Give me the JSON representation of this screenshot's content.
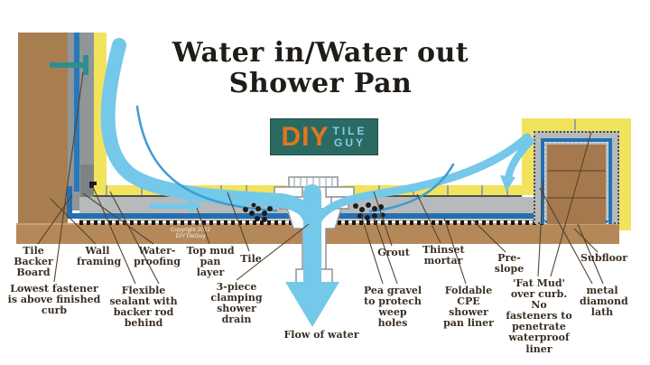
{
  "title": {
    "line1": "Water in/Water out",
    "line2": "Shower Pan"
  },
  "logo": {
    "diy": "DIY",
    "tile": "TILE",
    "guy": "GUY"
  },
  "watermark": {
    "line1": "Copyright 2022",
    "line2": "DIYTileGuy"
  },
  "labels": {
    "tile_backer_board": "Tile Backer Board",
    "wall_framing": "Wall framing",
    "waterproofing": "Water-proofing",
    "top_mud_pan_layer": "Top mud pan layer",
    "tile": "Tile",
    "grout": "Grout",
    "thinset_mortar": "Thinset mortar",
    "pre_slope": "Pre-slope",
    "subfloor": "Subfloor",
    "lowest_fastener": "Lowest fastener is above finished curb",
    "flexible_sealant": "Flexible sealant with backer rod behind",
    "three_piece_drain": "3-piece clamping shower drain",
    "flow_of_water": "Flow of water",
    "pea_gravel": "Pea gravel to protech weep holes",
    "foldable_cpe": "Foldable CPE shower pan liner",
    "fat_mud": "'Fat Mud' over curb. No fasteners to penetrate waterproof liner",
    "metal_diamond_lath": "metal diamond lath"
  },
  "colors": {
    "water": "#74c8ea",
    "water_stream": "#3d9dd2",
    "liner_blue": "#2470b3",
    "tile_yellow": "#f2e35d",
    "mud_gray": "#b7baba",
    "backer_gray": "#8f9697",
    "framing_brown": "#a87e51",
    "subfloor_brown": "#b5885a",
    "fastener_teal": "#2e8e8e",
    "logo_bg": "#2b6a63",
    "logo_orange": "#e2761d",
    "logo_blue": "#7fcfe6",
    "label_text": "#3a2f23"
  }
}
